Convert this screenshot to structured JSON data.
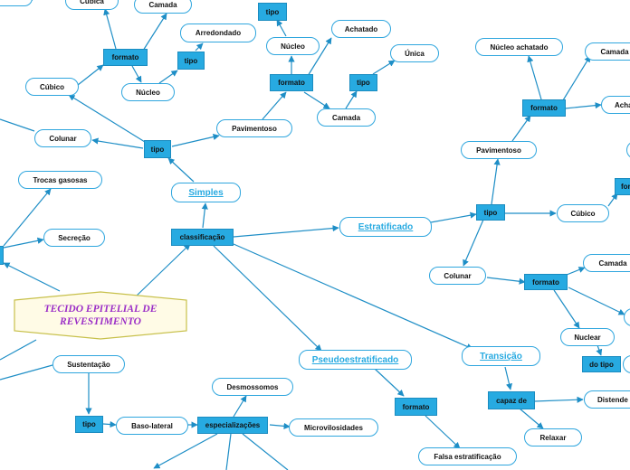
{
  "central": {
    "line1": "TECIDO EPITELIAL DE",
    "line2": "REVESTIMENTO"
  },
  "labels": {
    "cubica": "Cúbica",
    "camada": "Camada",
    "formato": "formato",
    "arredondado": "Arredondado",
    "tipo": "tipo",
    "cubico": "Cúbico",
    "nucleo": "Núcleo",
    "achatado": "Achatado",
    "unica": "Única",
    "nucleo_achatado": "Núcleo achatado",
    "achatado_cut": "Acha",
    "pavimentoso": "Pavimentoso",
    "colunar": "Colunar",
    "simples": "Simples",
    "trocas_gasosas": "Trocas gasosas",
    "secrecao": "Secreção",
    "classificacao": "classificação",
    "estratificado": "Estratificado",
    "formato_cut": "for",
    "nuclear": "Nuclear",
    "do_tipo": "do tipo",
    "transicao": "Transição",
    "pseudoestratificado": "Pseudoestratificado",
    "sustentacao": "Sustentação",
    "desmossomos": "Desmossomos",
    "baso_lateral": "Baso-lateral",
    "especializacoes": "especializações",
    "microvilosidades": "Microvilosidades",
    "capaz_de": "capaz de",
    "distender": "Distende",
    "relaxar": "Relaxar",
    "falsa_estratificacao": "Falsa estratificação"
  },
  "colors": {
    "node_fill": "#27aae1",
    "line": "#1e8ec6",
    "main_text": "#27aae1",
    "central_text": "#9b2ec7",
    "central_border": "#c7c04a"
  }
}
